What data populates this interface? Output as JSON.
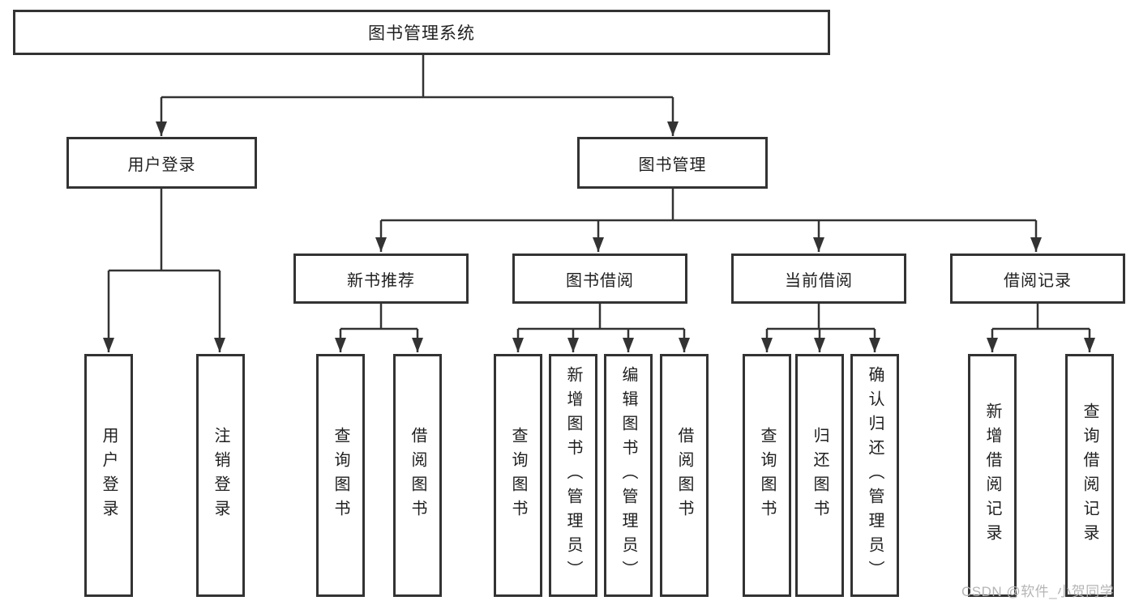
{
  "diagram": {
    "title": "图书管理系统",
    "nodes": {
      "root": "图书管理系统",
      "user_login": "用户登录",
      "book_mgmt": "图书管理",
      "new_book_recommend": "新书推荐",
      "book_borrow": "图书借阅",
      "current_borrow": "当前借阅",
      "borrow_records": "借阅记录",
      "login_leaves": [
        "用户登录",
        "注销登录"
      ],
      "recommend_leaves": [
        "查询图书",
        "借阅图书"
      ],
      "borrow_leaves": [
        "查询图书",
        "新增图书（管理员）",
        "编辑图书（管理员）",
        "借阅图书"
      ],
      "current_leaves": [
        "查询图书",
        "归还图书",
        "确认归还（管理员）"
      ],
      "record_leaves": [
        "新增借阅记录",
        "查询借阅记录"
      ]
    },
    "colors": {
      "line": "#333333",
      "text": "#1f1f1f",
      "watermark": "#b5b5b5",
      "background": "#ffffff"
    },
    "watermark": "CSDN @软件_小贺同学"
  }
}
